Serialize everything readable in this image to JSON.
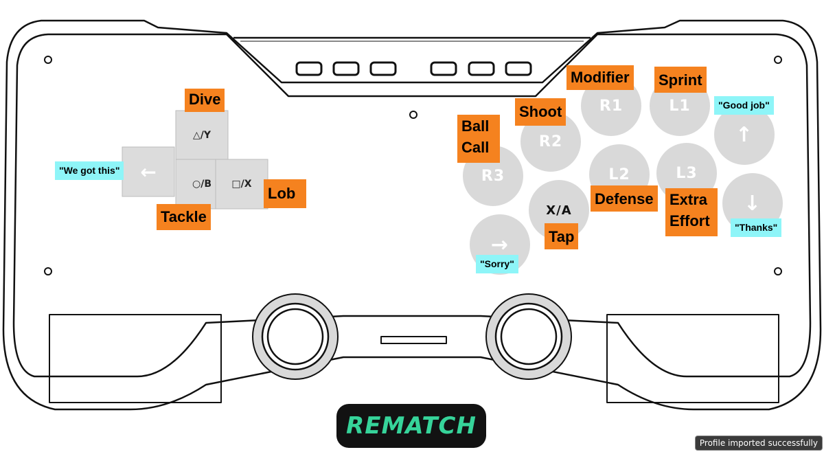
{
  "labels": {
    "dive": "Dive",
    "tackle": "Tackle",
    "lob": "Lob",
    "ball_call": "Ball Call",
    "shoot": "Shoot",
    "modifier": "Modifier",
    "sprint": "Sprint",
    "defense": "Defense",
    "extra_effort": "Extra Effort",
    "tap": "Tap"
  },
  "quick_chat": {
    "we_got_this": "\"We got this\"",
    "good_job": "\"Good job\"",
    "thanks": "\"Thanks\"",
    "sorry": "\"Sorry\""
  },
  "buttons": {
    "r1": "R1",
    "l1": "L1",
    "r2": "R2",
    "l2": "L2",
    "r3": "R3",
    "l3": "L3"
  },
  "dpad": {
    "up_glyph": "△/Y",
    "middle_glyph": "○/B",
    "right_glyph": "□/X",
    "left_arrow": "←"
  },
  "face_glyph": "X/A",
  "logo": "REMATCH",
  "toast": "Profile imported successfully",
  "colors": {
    "label_bg": "#f5821f",
    "quote_bg": "#8ef5f8",
    "button_fill": "#d9d9d9",
    "logo_bg": "#121212",
    "logo_fg": "#36d49a"
  }
}
